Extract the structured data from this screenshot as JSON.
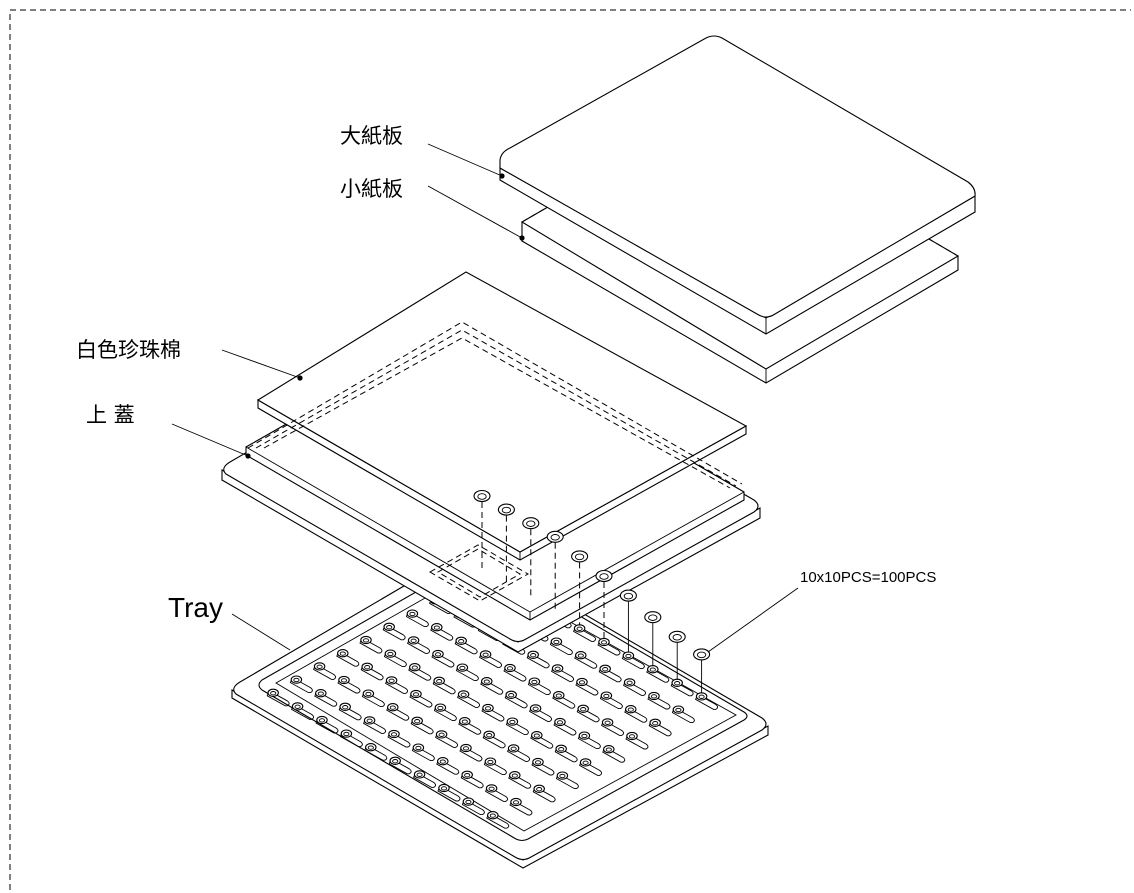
{
  "labels": {
    "big_board": "大紙板",
    "small_board": "小紙板",
    "white_foam": "白色珍珠棉",
    "top_cover": "上 蓋",
    "tray": "Tray",
    "quantity": "10x10PCS=100PCS"
  },
  "grid": {
    "rows": 10,
    "cols": 10
  },
  "colors": {
    "line": "#000000",
    "background": "#ffffff"
  }
}
